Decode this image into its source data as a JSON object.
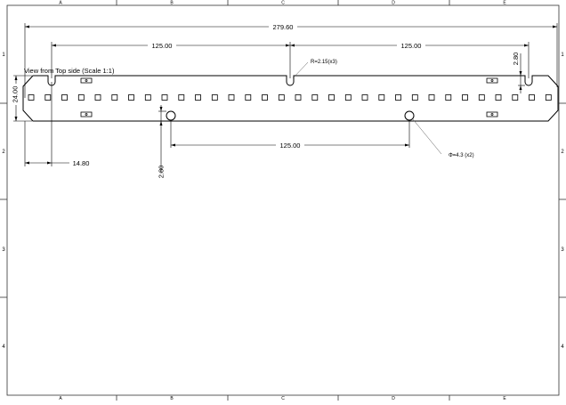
{
  "sheet": {
    "columns": [
      "A",
      "B",
      "C",
      "D",
      "E"
    ],
    "rows": [
      "1",
      "2",
      "3",
      "4"
    ]
  },
  "view": {
    "label": "View from Top side (Scale 1:1)"
  },
  "dimensions": {
    "overall_length": "279.60",
    "slot_pitch_left": "125.00",
    "slot_pitch_right": "125.00",
    "hole_pitch": "125.00",
    "height": "24.00",
    "edge_offset": "14.80",
    "hole_offset": "2.80",
    "slot_depth": "2.80",
    "slot_radius": "R=2.15(x3)",
    "hole_diameter": "Φ=4.3 (x2)"
  },
  "colors": {
    "line": "#000000",
    "frame": "#333333",
    "leader": "#555555"
  }
}
